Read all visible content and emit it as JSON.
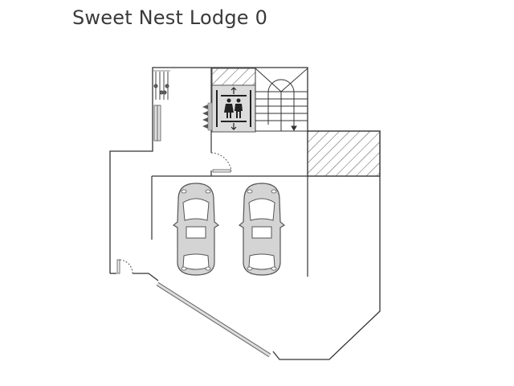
{
  "page": {
    "title": "Sweet Nest Lodge 0"
  },
  "floorplan": {
    "level": "0",
    "rooms": [
      {
        "name": "garage",
        "features": [
          "car-1",
          "car-2"
        ]
      },
      {
        "name": "elevator",
        "icon": "elevator-people-icon"
      },
      {
        "name": "staircase",
        "direction": "down"
      },
      {
        "name": "entry-hall"
      }
    ],
    "colors": {
      "wall": "#333333",
      "fixture_fill": "#d4d4d4",
      "fixture_stroke": "#555555",
      "hatch": "#555555",
      "background": "#ffffff"
    }
  }
}
